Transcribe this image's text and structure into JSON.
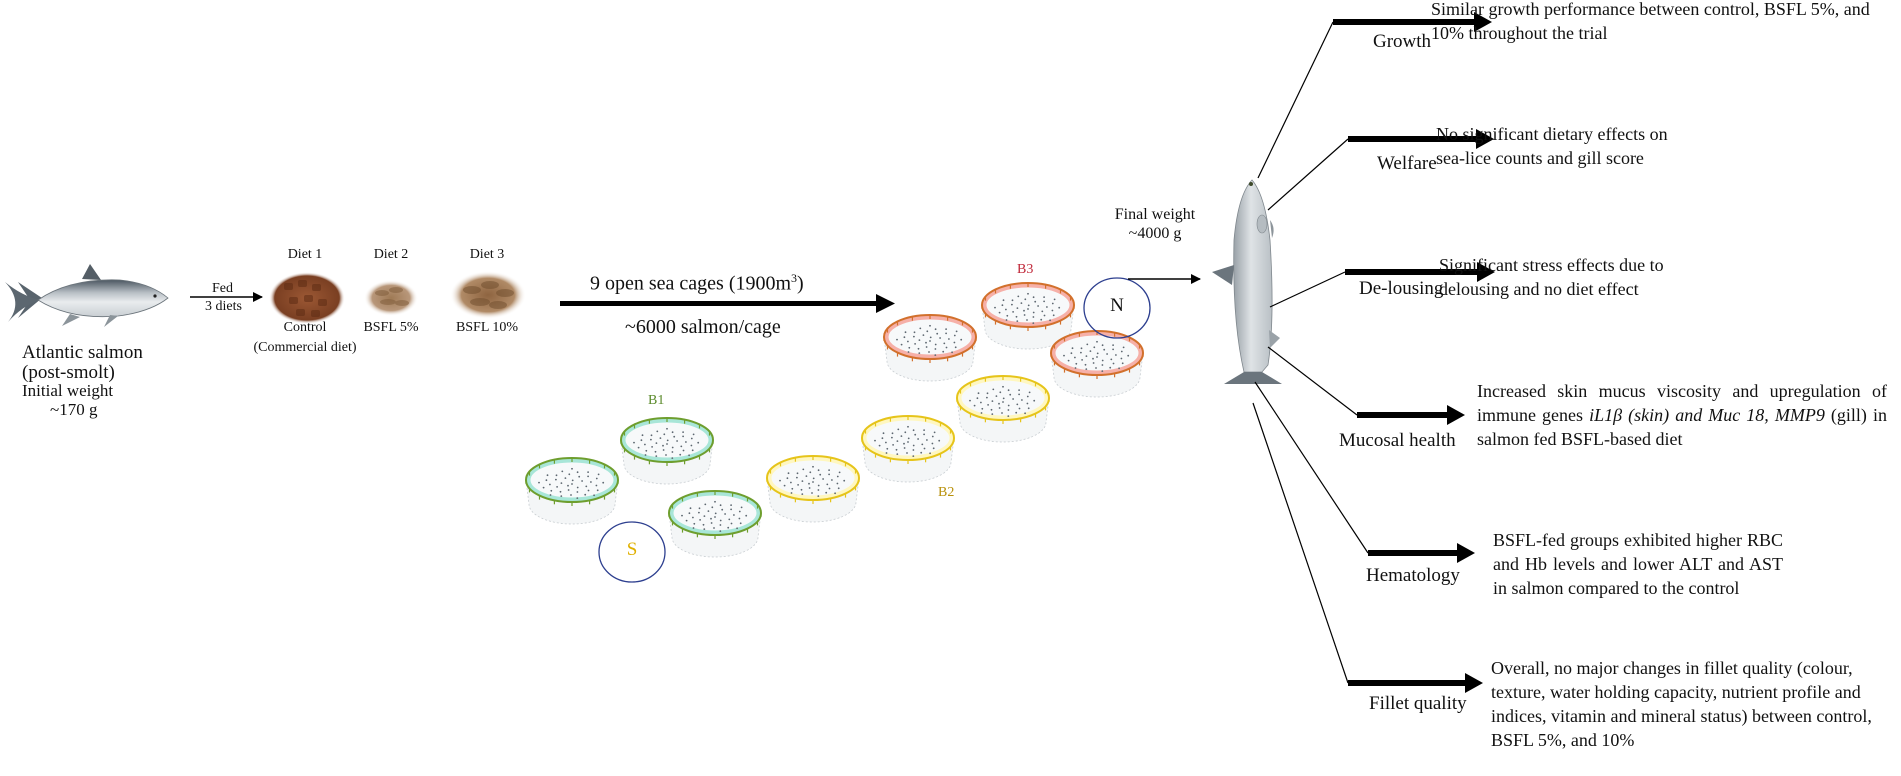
{
  "start": {
    "species": "Atlantic  salmon",
    "stage": "(post-smolt)",
    "initial_weight_label": "Initial  weight",
    "initial_weight_value": "~170 g"
  },
  "feeding": {
    "arrow_top": "Fed",
    "arrow_bottom": "3 diets"
  },
  "diets": [
    {
      "title": "Diet 1",
      "name": "Control",
      "sub": "(Commercial diet)",
      "color": "#8a4a2c"
    },
    {
      "title": "Diet 2",
      "name": "BSFL 5%",
      "sub": "",
      "color": "#b08a62"
    },
    {
      "title": "Diet 3",
      "name": "BSFL 10%",
      "sub": "",
      "color": "#a57a4f"
    }
  ],
  "cages_arrow": {
    "top_text": "9 open sea cages (1900m",
    "top_sup": "3",
    "top_close": ")",
    "bottom_text": "~6000 salmon/cage"
  },
  "blocks": [
    {
      "label": "B1",
      "color": "#5a8a2a",
      "rim": "#6e9e2e",
      "inner": "#a8e6d8"
    },
    {
      "label": "B2",
      "color": "#b8900a",
      "rim": "#e6c41a",
      "inner": "#fff7c0"
    },
    {
      "label": "B3",
      "color": "#c0283a",
      "rim": "#d2702c",
      "inner": "#f6b0a8"
    }
  ],
  "compass": {
    "south": "S",
    "north": "N",
    "south_color": "#e0b000",
    "north_color": "#111111",
    "ring_color": "#2d3f8f"
  },
  "final": {
    "label": "Final weight",
    "value": "~4000 g"
  },
  "outcomes": [
    {
      "label": "Growth",
      "text": "Similar growth performance between control, BSFL 5%, and 10% throughout the trial"
    },
    {
      "label": "Welfare",
      "text": "No significant dietary effects on sea-lice counts and gill  score"
    },
    {
      "label": "De-lousing",
      "text": "Significant stress effects due to delousing and no diet effect"
    },
    {
      "label": "Mucosal health",
      "text_a": "Increased skin mucus viscosity and upregulation of immune genes ",
      "text_italic": "iL1β (skin) and Muc 18, MMP9",
      "text_b": " (gill) in salmon fed BSFL-based diet"
    },
    {
      "label": "Hematology",
      "text": "BSFL-fed groups exhibited higher RBC and Hb levels and lower ALT and AST in salmon compared to the control"
    },
    {
      "label": "Fillet  quality",
      "text": "Overall, no major changes in fillet quality (colour, texture, water holding capacity, nutrient profile and indices, vitamin and mineral status) between control, BSFL 5%, and 10%"
    }
  ]
}
